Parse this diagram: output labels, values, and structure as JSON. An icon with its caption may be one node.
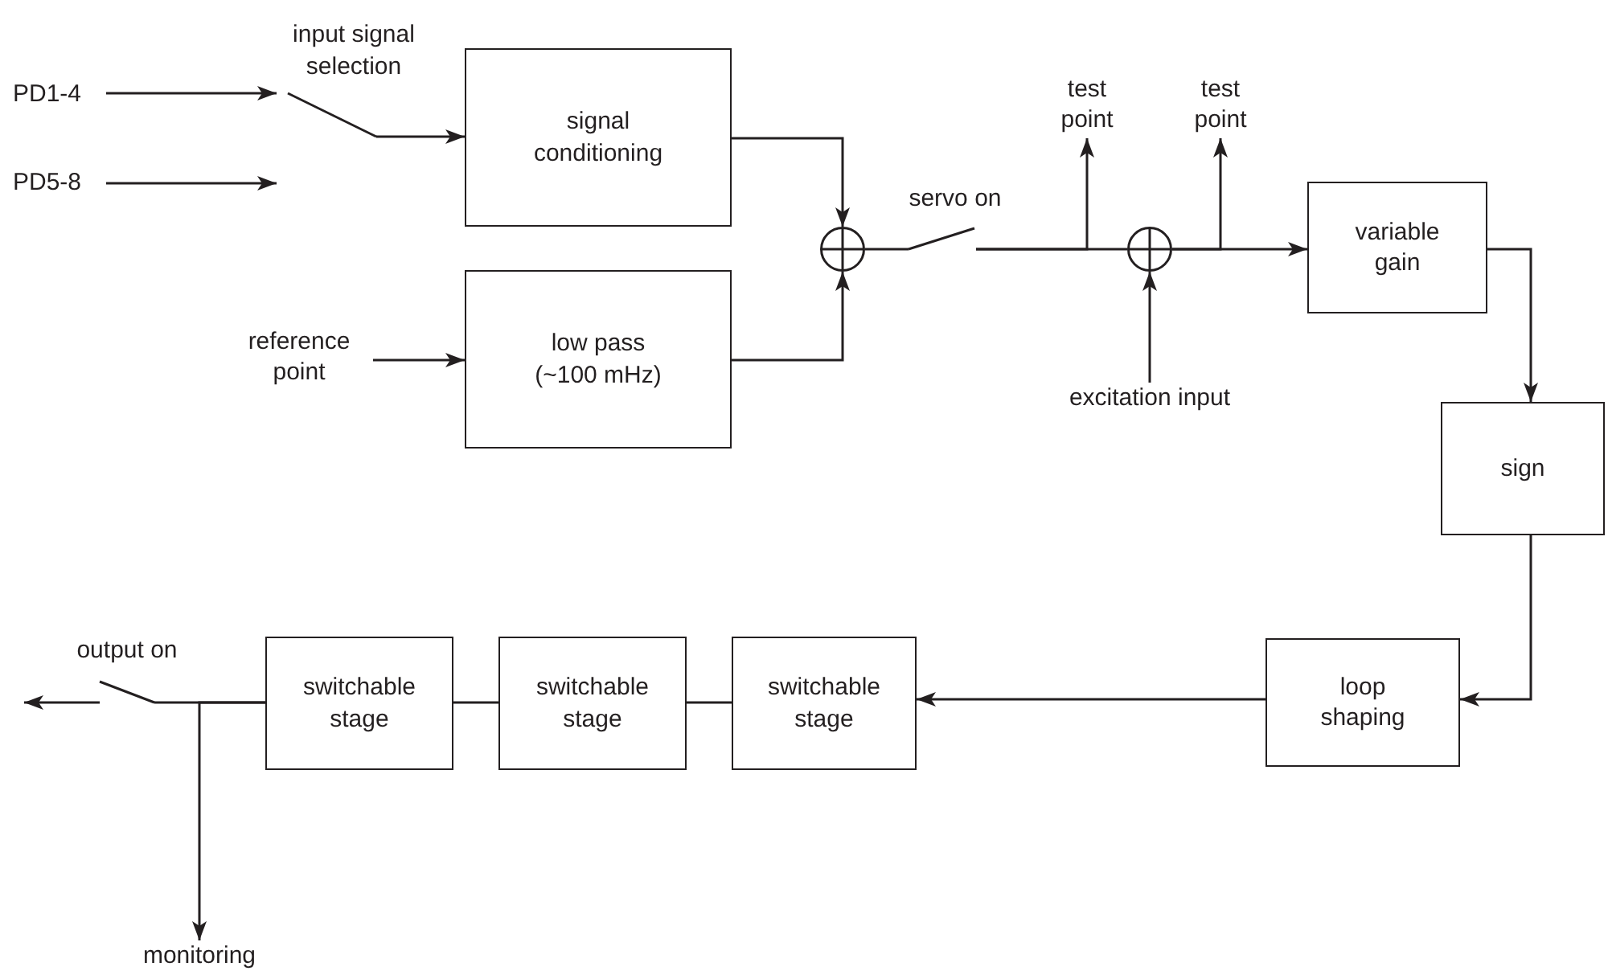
{
  "diagram": {
    "nodes": [
      {
        "text": [
          "PD1-4"
        ]
      },
      {
        "text": [
          "PD5-8"
        ]
      },
      {
        "text": [],
        "shape": "switch",
        "beside": [
          "input signal selection"
        ]
      },
      {
        "text": [
          "signal conditioning"
        ]
      },
      {
        "text": [
          "reference point"
        ]
      },
      {
        "text": [
          "low pass (~100 mHz)"
        ]
      },
      {
        "text": [],
        "shape": "circle"
      },
      {
        "text": [],
        "shape": "switch",
        "beside": [
          "servo on"
        ]
      },
      {
        "text": [
          "test point"
        ]
      },
      {
        "text": [],
        "shape": "circle"
      },
      {
        "text": [
          "test point"
        ]
      },
      {
        "text": [
          "excitation input"
        ]
      },
      {
        "text": [
          "variable gain"
        ]
      },
      {
        "text": [
          "sign"
        ]
      },
      {
        "text": [
          "loop shaping"
        ]
      },
      {
        "text": [
          "switchable stage"
        ]
      },
      {
        "text": [
          "switchable stage"
        ]
      },
      {
        "text": [
          "switchable stage"
        ]
      },
      {
        "text": [],
        "shape": "switch",
        "beside": [
          "output on"
        ]
      },
      {
        "text": [
          "monitoring"
        ]
      }
    ],
    "edges": [
      {
        "from": 0,
        "to": 2,
        "arrow": "to"
      },
      {
        "from": 1,
        "to": 2,
        "arrow": "to"
      },
      {
        "from": 2,
        "to": 3,
        "arrow": "to"
      },
      {
        "from": 4,
        "to": 5,
        "arrow": "to"
      },
      {
        "from": 3,
        "to": 6,
        "arrow": "to"
      },
      {
        "from": 5,
        "to": 6,
        "arrow": "to"
      },
      {
        "from": 6,
        "to": 7,
        "arrow": "none"
      },
      {
        "from": 7,
        "to": 8,
        "arrow": "to"
      },
      {
        "from": 7,
        "to": 9,
        "arrow": "none"
      },
      {
        "from": 11,
        "to": 9,
        "arrow": "to"
      },
      {
        "from": 9,
        "to": 10,
        "arrow": "to"
      },
      {
        "from": 9,
        "to": 12,
        "arrow": "to"
      },
      {
        "from": 12,
        "to": 13,
        "arrow": "to"
      },
      {
        "from": 13,
        "to": 14,
        "arrow": "to"
      },
      {
        "from": 14,
        "to": 15,
        "arrow": "to"
      },
      {
        "from": 15,
        "to": 16,
        "arrow": "none"
      },
      {
        "from": 16,
        "to": 17,
        "arrow": "none"
      },
      {
        "from": 17,
        "to": 18,
        "arrow": "none"
      },
      {
        "from": 17,
        "to": 19,
        "arrow": "to"
      },
      {
        "from": 18,
        "to": null,
        "arrow": "to"
      }
    ]
  }
}
